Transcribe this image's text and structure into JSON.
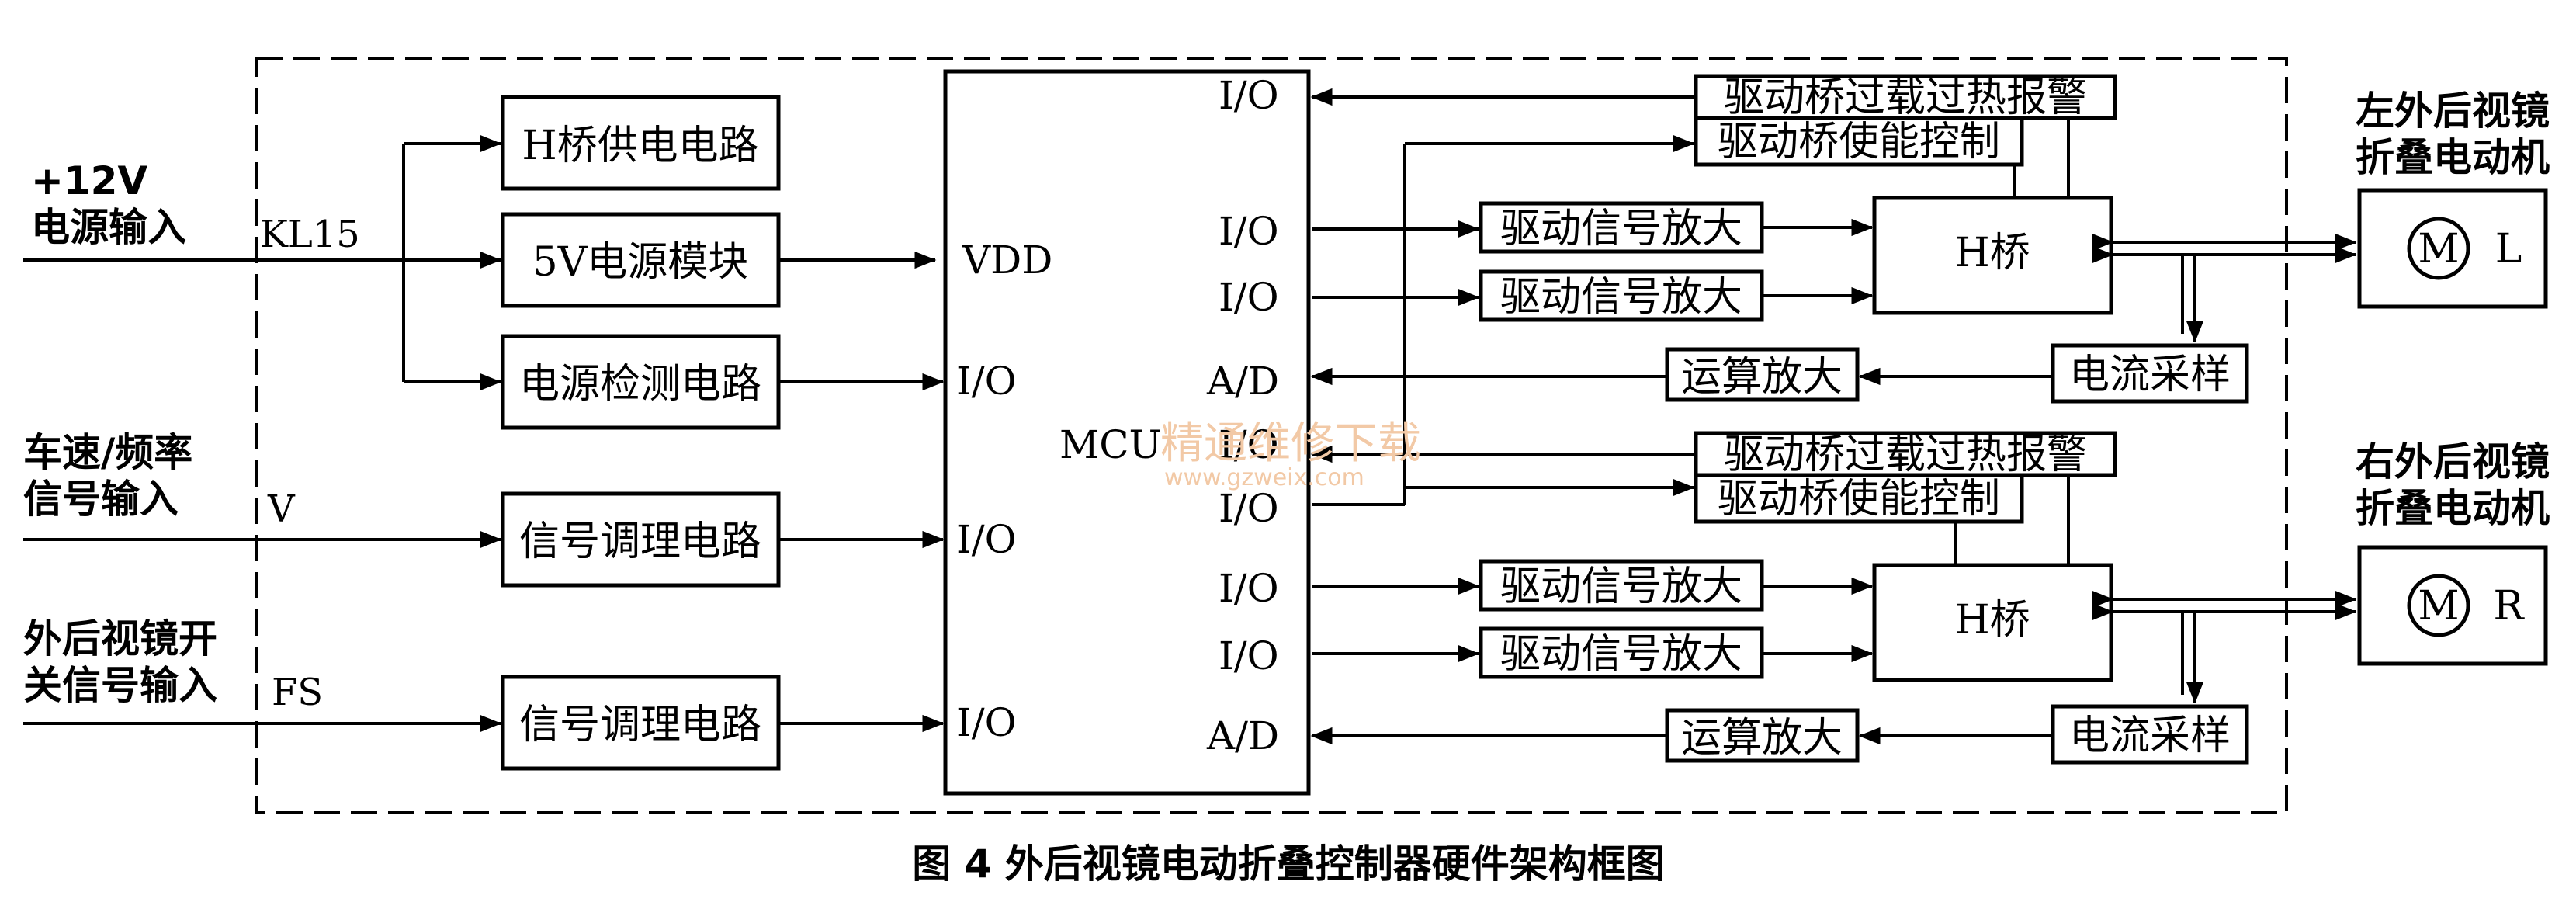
{
  "inputs": {
    "power_line1": "+12V",
    "power_line2": "电源输入",
    "kl15": "KL15",
    "speed_line1": "车速/频率",
    "speed_line2": "信号输入",
    "v": "V",
    "switch_line1": "外后视镜开",
    "switch_line2": "关信号输入",
    "fs": "FS"
  },
  "blocks": {
    "h_bridge_supply": "H桥供电电路",
    "power_5v": "5V电源模块",
    "power_detect": "电源检测电路",
    "signal_cond_1": "信号调理电路",
    "signal_cond_2": "信号调理电路",
    "overload_alarm": "驱动桥过载过热报警",
    "bridge_enable": "驱动桥使能控制",
    "drive_amp": "驱动信号放大",
    "h_bridge": "H桥",
    "op_amp": "运算放大",
    "current_sample": "电流采样"
  },
  "mcu": {
    "label": "MCU",
    "vdd": "VDD",
    "io": "I/O",
    "ad": "A/D"
  },
  "motors": {
    "left_line1": "左外后视镜",
    "left_line2": "折叠电动机",
    "left_m": "M",
    "left_tag": "L",
    "right_line1": "右外后视镜",
    "right_line2": "折叠电动机",
    "right_m": "M",
    "right_tag": "R"
  },
  "caption": "图 4   外后视镜电动折叠控制器硬件架构框图",
  "watermark": {
    "cn": "精通维修下载",
    "url": "www.gzweix.com"
  }
}
